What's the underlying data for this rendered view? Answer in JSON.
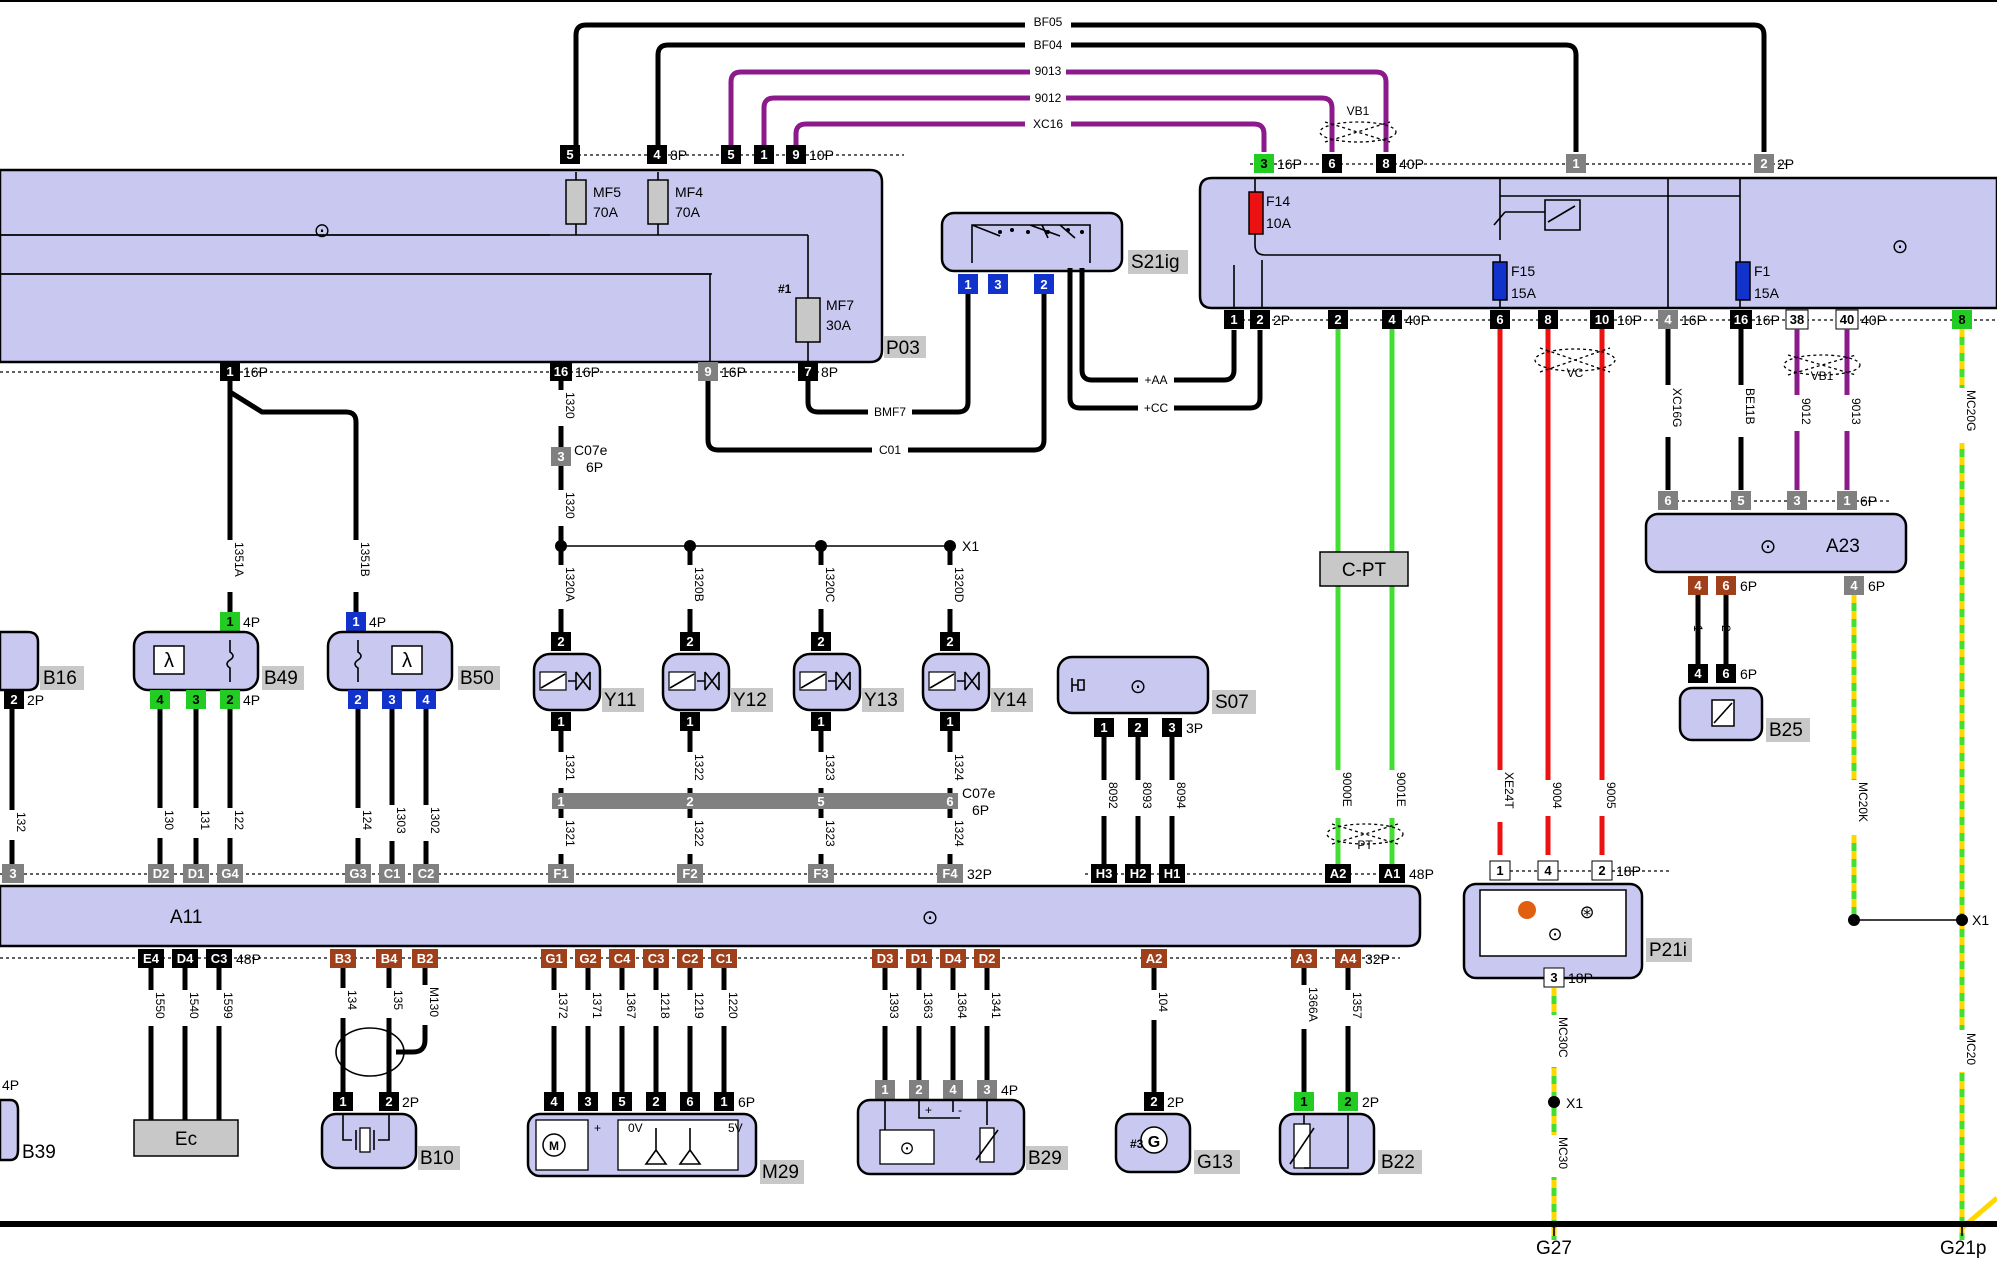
{
  "modules": {
    "p03": "P03",
    "s21ig": "S21ig",
    "a11": "A11",
    "a23": "A23",
    "p21i": "P21i",
    "b16": "B16",
    "b49": "B49",
    "b50": "B50",
    "y11": "Y11",
    "y12": "Y12",
    "y13": "Y13",
    "y14": "Y14",
    "s07": "S07",
    "b25": "B25",
    "b39": "B39",
    "ec": "Ec",
    "b10": "B10",
    "m29": "M29",
    "b29": "B29",
    "g13": "G13",
    "b22": "B22",
    "cpt": "C-PT",
    "c07e": "C07e",
    "c07e_count": "6P",
    "c07e2": "C07e",
    "c07e2_count": "6P"
  },
  "fuses": {
    "mf5": "MF5",
    "mf5_a": "70A",
    "mf4": "MF4",
    "mf4_a": "70A",
    "mf7": "MF7",
    "mf7_a": "30A",
    "mf7_idx": "#1",
    "f14": "F14",
    "f14_a": "10A",
    "f15": "F15",
    "f15_a": "15A",
    "f1": "F1",
    "f1_a": "15A"
  },
  "wires": {
    "bf05": "BF05",
    "bf04": "BF04",
    "w9013": "9013",
    "w9012": "9012",
    "xc16": "XC16",
    "bmf7": "BMF7",
    "c01": "C01",
    "aa": "+AA",
    "cc": "+CC",
    "w1351a": "1351A",
    "w1351b": "1351B",
    "w1320": "1320",
    "w1320b": "1320",
    "w1320a": "1320A",
    "w1320bb": "1320B",
    "w1320c": "1320C",
    "w1320d": "1320D",
    "w1321": "1321",
    "w1322": "1322",
    "w1323": "1323",
    "w1324": "1324",
    "w1321b": "1321",
    "w1322b": "1322",
    "w1323b": "1323",
    "w1324b": "1324",
    "w130": "130",
    "w131": "131",
    "w122": "122",
    "w124": "124",
    "w1303": "1303",
    "w1302": "1302",
    "w8092": "8092",
    "w8093": "8093",
    "w8094": "8094",
    "w9000e": "9000E",
    "w9001e": "9001E",
    "xe24t": "XE24T",
    "w9004": "9004",
    "w9005": "9005",
    "xc16g": "XC16G",
    "be11b": "BE11B",
    "w9012b": "9012",
    "w9013b": "9013",
    "mc20g": "MC20G",
    "mc20k": "MC20K",
    "mc20": "MC20",
    "mc30c": "MC30C",
    "mc30": "MC30",
    "w1550": "1550",
    "w1540": "1540",
    "w1599": "1599",
    "w134": "134",
    "w135": "135",
    "m130": "M130",
    "w1372": "1372",
    "w1371": "1371",
    "w1367": "1367",
    "w1218": "1218",
    "w1219": "1219",
    "w1220": "1220",
    "w1393": "1393",
    "w1363": "1363",
    "w1364": "1364",
    "w1341": "1341",
    "w104": "104",
    "w1366a": "1366A",
    "w1357": "1357",
    "w132": "132"
  },
  "splices": {
    "vb1": "VB1",
    "vb1b": "VB1",
    "vc": "VC",
    "pt": "PT",
    "x1a": "X1",
    "x1b": "X1",
    "x1c": "X1"
  },
  "grounds": {
    "g27": "G27",
    "g21p": "G21p"
  },
  "counts": {
    "c8p": "8P",
    "c10p": "10P",
    "c16p": "16P",
    "c40p": "40P",
    "c2p": "2P",
    "p03_16p_a": "16P",
    "p03_16p_b": "16P",
    "p03_16p_c": "16P",
    "p03_8p": "8P",
    "r2p": "2P",
    "r40p": "40P",
    "r10p": "10P",
    "r16p": "16P",
    "r16p2": "16P",
    "r40p2": "40P",
    "a23_6p": "6P",
    "a23_6pb": "6P",
    "a23_6pc": "6P",
    "b25_6p": "6P",
    "b49_4p": "4P",
    "b49_4pb": "4P",
    "b50_4p": "4P",
    "b16_2p": "2P",
    "s07_3p": "3P",
    "a11_32p": "32P",
    "a11_48p": "48P",
    "a11_48p_b": "48P",
    "a11_32p_b": "32P",
    "p21_18p": "18P",
    "p21_18p_b": "18P",
    "b10_2p": "2P",
    "m29_6p": "6P",
    "b29_4p": "4P",
    "g13_2p": "2P",
    "b22_2p": "2P",
    "b39_4p": "4P"
  },
  "pins": {
    "p03_top": [
      "5",
      "4",
      "5",
      "1",
      "9"
    ],
    "p03_bot": [
      "1",
      "16",
      "9",
      "7"
    ],
    "s21": [
      "1",
      "3",
      "2"
    ],
    "relay_top": [
      "3",
      "6",
      "8",
      "1",
      "2"
    ],
    "relay_bot": [
      "1",
      "2",
      "2",
      "4",
      "6",
      "8",
      "10",
      "4",
      "16",
      "38",
      "40",
      "8"
    ],
    "a23_top": [
      "6",
      "5",
      "3",
      "1"
    ],
    "a23_bot": [
      "4",
      "6",
      "4"
    ],
    "b25": [
      "4",
      "6"
    ],
    "b49_top": "1",
    "b49_bot": [
      "4",
      "3",
      "2"
    ],
    "b50_top": "1",
    "b50_bot": [
      "2",
      "3",
      "4"
    ],
    "y_top": [
      "2",
      "2",
      "2",
      "2"
    ],
    "y_bot": [
      "1",
      "1",
      "1",
      "1"
    ],
    "c07e_top": "3",
    "c07e_bar": [
      "1",
      "2",
      "5",
      "6"
    ],
    "s07": [
      "1",
      "2",
      "3"
    ],
    "a11_top": [
      "3",
      "D2",
      "D1",
      "G4",
      "G3",
      "C1",
      "C2",
      "F1",
      "F2",
      "F3",
      "F4",
      "H3",
      "H2",
      "H1",
      "A2",
      "A1"
    ],
    "a11_bot": [
      "E4",
      "D4",
      "C3",
      "B3",
      "B4",
      "B2",
      "G1",
      "G2",
      "C4",
      "C3",
      "C2",
      "C1",
      "D3",
      "D1",
      "D4",
      "D2",
      "A2",
      "A3",
      "A4"
    ],
    "p21_top": [
      "1",
      "4",
      "2"
    ],
    "p21_bot": "3",
    "b10": [
      "1",
      "2"
    ],
    "m29": [
      "4",
      "3",
      "5",
      "2",
      "6",
      "1"
    ],
    "b29": [
      "1",
      "2",
      "4",
      "3"
    ],
    "g13": "2",
    "b22": [
      "1",
      "2"
    ],
    "b16": "2",
    "m29_0v": "0V",
    "m29_5v": "5V",
    "g13_idx": "#3"
  },
  "colors": {
    "module": "#c8c8f0",
    "purple_wire": "#8b1a8b",
    "green_wire": "#44dd33",
    "red_wire": "#ee1111",
    "pin_black": "#000000",
    "pin_gray": "#808080",
    "pin_green": "#22cc22",
    "pin_blue": "#1133cc",
    "pin_brown": "#a0401a"
  }
}
